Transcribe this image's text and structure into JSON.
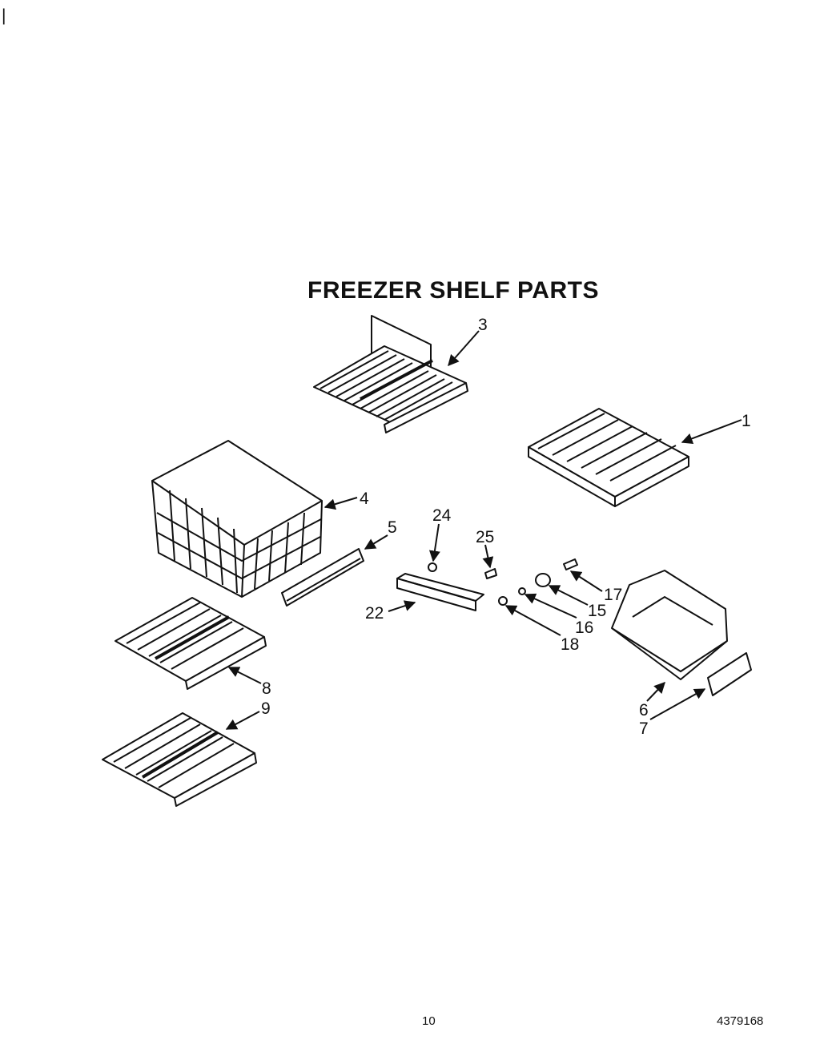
{
  "title": "FREEZER SHELF PARTS",
  "corner_mark": "|",
  "page_number": "10",
  "doc_number": "4379168",
  "callouts": {
    "c1": "1",
    "c3": "3",
    "c4": "4",
    "c5": "5",
    "c6": "6",
    "c7": "7",
    "c8": "8",
    "c9": "9",
    "c15": "15",
    "c16": "16",
    "c17": "17",
    "c18": "18",
    "c22": "22",
    "c24": "24",
    "c25": "25"
  }
}
